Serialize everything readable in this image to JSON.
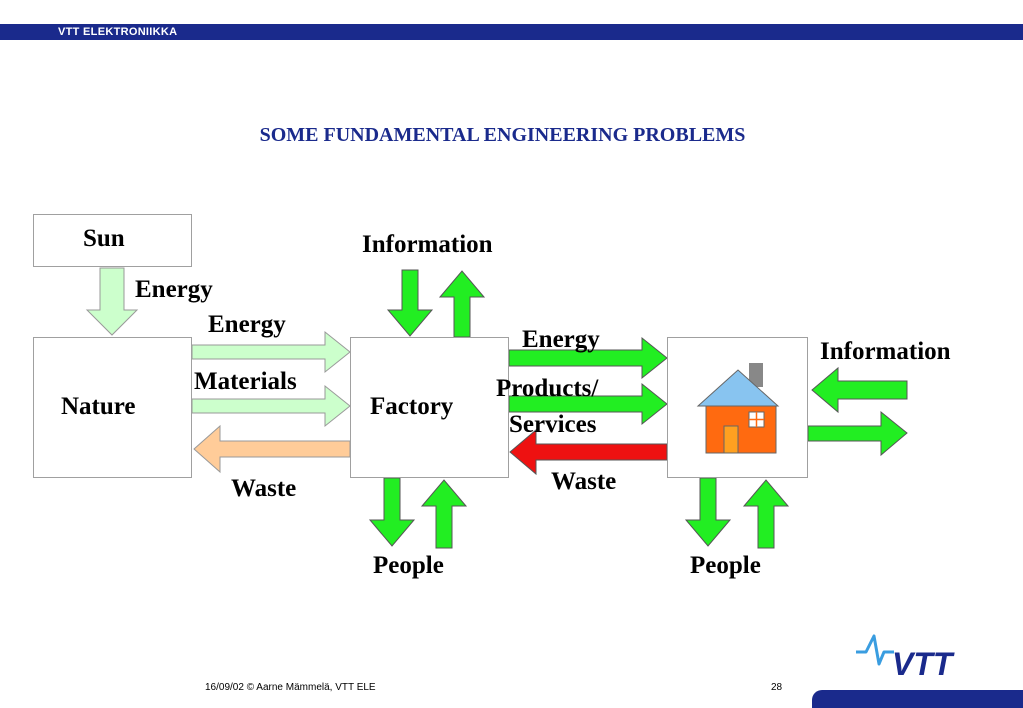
{
  "header": {
    "org": "VTT ELEKTRONIIKKA"
  },
  "title": "SOME FUNDAMENTAL ENGINEERING PROBLEMS",
  "nodes": {
    "sun": "Sun",
    "nature": "Nature",
    "factory": "Factory"
  },
  "labels": {
    "energy_sun": "Energy",
    "energy_nature": "Energy",
    "materials": "Materials",
    "waste_nature": "Waste",
    "information_factory": "Information",
    "people_factory": "People",
    "energy_home": "Energy",
    "products_services_line1": "Products/",
    "products_services_line2": "Services",
    "waste_home": "Waste",
    "information_home": "Information",
    "people_home": "People"
  },
  "colors": {
    "header_bar": "#1a2a8c",
    "title": "#1a2a8c",
    "flow_green": "#22ee22",
    "light_green": "#ccffcc",
    "peach": "#ffcc99",
    "waste_red": "#ee1111",
    "house_wall": "#ff6a10",
    "house_roof": "#88c4f0"
  },
  "footer": {
    "text": "16/09/02 © Aarne Mämmelä, VTT ELE",
    "page": "28",
    "logo": "VTT"
  }
}
